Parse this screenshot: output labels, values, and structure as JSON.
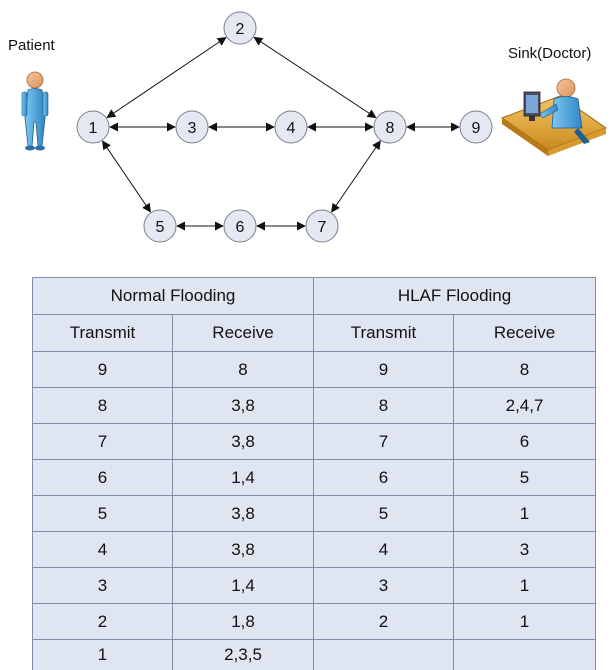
{
  "figure": {
    "patient_label": "Patient",
    "sink_label": "Sink(Doctor)"
  },
  "nodes": [
    {
      "id": "1",
      "label": "1"
    },
    {
      "id": "2",
      "label": "2"
    },
    {
      "id": "3",
      "label": "3"
    },
    {
      "id": "4",
      "label": "4"
    },
    {
      "id": "5",
      "label": "5"
    },
    {
      "id": "6",
      "label": "6"
    },
    {
      "id": "7",
      "label": "7"
    },
    {
      "id": "8",
      "label": "8"
    },
    {
      "id": "9",
      "label": "9"
    }
  ],
  "edges": [
    {
      "from": "1",
      "to": "2",
      "arrows": "both"
    },
    {
      "from": "2",
      "to": "8",
      "arrows": "both"
    },
    {
      "from": "1",
      "to": "3",
      "arrows": "both"
    },
    {
      "from": "3",
      "to": "4",
      "arrows": "both"
    },
    {
      "from": "4",
      "to": "8",
      "arrows": "both"
    },
    {
      "from": "8",
      "to": "9",
      "arrows": "both"
    },
    {
      "from": "1",
      "to": "5",
      "arrows": "both"
    },
    {
      "from": "5",
      "to": "6",
      "arrows": "both"
    },
    {
      "from": "6",
      "to": "7",
      "arrows": "both"
    },
    {
      "from": "7",
      "to": "8",
      "arrows": "both"
    }
  ],
  "colors": {
    "node_fill": "#e4e8f3",
    "node_stroke": "#7a7f8c",
    "edge": "#111111",
    "table_fill": "#dfe6f2",
    "table_border": "#7d8ea6"
  },
  "table": {
    "group_headers": [
      "Normal Flooding",
      "HLAF Flooding"
    ],
    "column_headers": [
      "Transmit",
      "Receive",
      "Transmit",
      "Receive"
    ],
    "rows": [
      [
        "9",
        "8",
        "9",
        "8"
      ],
      [
        "8",
        "3,8",
        "8",
        "2,4,7"
      ],
      [
        "7",
        "3,8",
        "7",
        "6"
      ],
      [
        "6",
        "1,4",
        "6",
        "5"
      ],
      [
        "5",
        "3,8",
        "5",
        "1"
      ],
      [
        "4",
        "3,8",
        "4",
        "3"
      ],
      [
        "3",
        "1,4",
        "3",
        "1"
      ],
      [
        "2",
        "1,8",
        "2",
        "1"
      ],
      [
        "1",
        "2,3,5",
        "",
        ""
      ]
    ]
  }
}
